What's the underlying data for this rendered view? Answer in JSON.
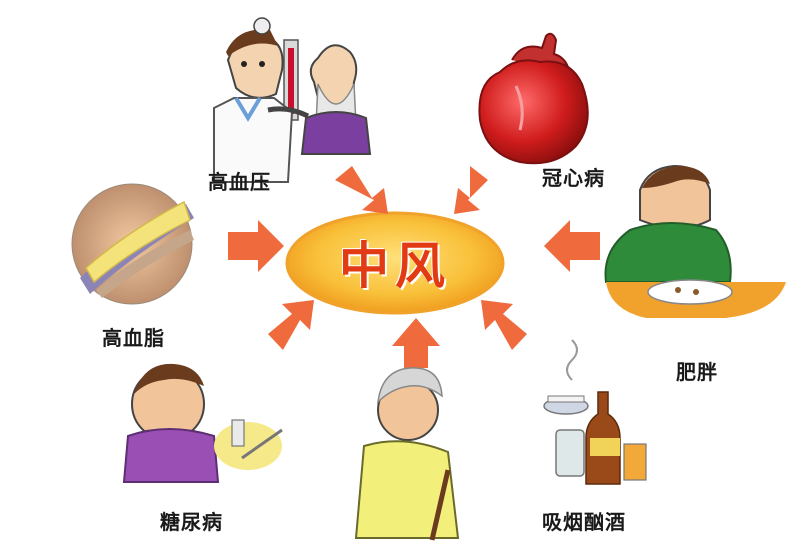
{
  "center": {
    "title": "中风"
  },
  "factors": [
    {
      "id": "hypertension",
      "label": "高血压",
      "icon": "doctor-measuring-blood-pressure-illustration"
    },
    {
      "id": "coronary",
      "label": "冠心病",
      "icon": "heart-illustration"
    },
    {
      "id": "hyperlipidemia",
      "label": "高血脂",
      "icon": "clogged-artery-illustration"
    },
    {
      "id": "obesity",
      "label": "肥胖",
      "icon": "obese-man-eating-illustration"
    },
    {
      "id": "diabetes",
      "label": "糖尿病",
      "icon": "sick-child-with-syringe-illustration"
    },
    {
      "id": "aging",
      "label": "",
      "icon": "elderly-woman-with-cane-illustration"
    },
    {
      "id": "smoking_drinking",
      "label": "吸烟酗酒",
      "icon": "cigarette-and-bottles-illustration"
    }
  ],
  "colors": {
    "ellipse_fill": "#f7b733",
    "ellipse_edge": "#e98a12",
    "arrow": "#ef6a3c",
    "title_text": "#e23a12"
  }
}
